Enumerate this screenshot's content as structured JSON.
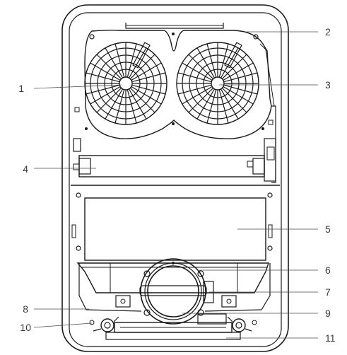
{
  "callouts": [
    {
      "id": "1",
      "label": "1"
    },
    {
      "id": "2",
      "label": "2"
    },
    {
      "id": "3",
      "label": "3"
    },
    {
      "id": "4",
      "label": "4"
    },
    {
      "id": "5",
      "label": "5"
    },
    {
      "id": "6",
      "label": "6"
    },
    {
      "id": "7",
      "label": "7"
    },
    {
      "id": "8",
      "label": "8"
    },
    {
      "id": "9",
      "label": "9"
    },
    {
      "id": "10",
      "label": "10"
    },
    {
      "id": "11",
      "label": "11"
    }
  ],
  "colors": {
    "line": "#1a1a1a",
    "leader": "#4a4a4a",
    "text": "#3a3a3a",
    "background": "#ffffff"
  }
}
